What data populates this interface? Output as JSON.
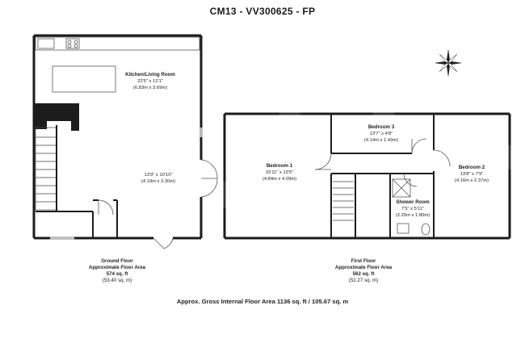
{
  "title": "CM13 - VV300625 - FP",
  "rooms": {
    "kitchen": {
      "name": "Kitchen/Living Room",
      "imperial": "22'5\" x 12'1\"",
      "metric": "(6.83m x 3.69m)"
    },
    "living": {
      "imperial": "13'9\" x 10'10\"",
      "metric": "(4.19m x 3.30m)"
    },
    "bedroom1": {
      "name": "Bedroom 1",
      "imperial": "15'11\" x 13'5\"",
      "metric": "(4.84m x 4.09m)"
    },
    "bedroom2": {
      "name": "Bedroom 2",
      "imperial": "13'8\" x 7'9\"",
      "metric": "(4.16m x 2.37m)"
    },
    "bedroom3": {
      "name": "Bedroom 3",
      "imperial": "13'7\" x 4'8\"",
      "metric": "(4.14m x 1.43m)"
    },
    "shower": {
      "name": "Shower Room",
      "imperial": "7'5\" x 5'11\"",
      "metric": "(2.25m x 1.80m)"
    }
  },
  "floors": {
    "ground": {
      "line1": "Ground Floor",
      "line2": "Approximate Floor Area",
      "sqft": "574 sq. ft",
      "sqm": "(53.40 sq. m)"
    },
    "first": {
      "line1": "First Floor",
      "line2": "Approximate Floor Area",
      "sqft": "562 sq. ft",
      "sqm": "(52.27 sq. m)"
    }
  },
  "gross_area": "Approx. Gross Internal Floor Area 1136 sq. ft / 105.67 sq. m",
  "colors": {
    "wall": "#1c1c1c",
    "fixture": "#555555",
    "background": "#ffffff"
  },
  "icons": [
    "compass-rose-icon"
  ]
}
